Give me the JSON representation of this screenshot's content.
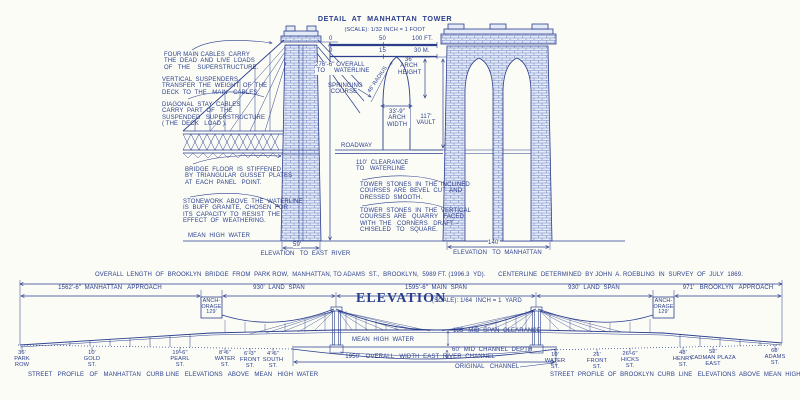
{
  "palette": {
    "ink": "#2b3e8e",
    "paper": "#fbfcf6"
  },
  "detail": {
    "title": "DETAIL  AT  MANHATTAN  TOWER",
    "scale": "(SCALE): 1/32 INCH = 1 FOOT",
    "scalebar_ft": {
      "t0": "0",
      "t1": "50",
      "t2": "100 FT."
    },
    "scalebar_m": {
      "t0": "0",
      "t1": "15",
      "t2": "30 M."
    },
    "note_cables": "FOUR MAIN CABLES  CARRY\nTHE  DEAD  AND  LIVE  LOADS\nOF   THE    SUPERSTRUCTURE.",
    "note_suspenders": "VERTICAL  SUSPENDERS\nTRANSFER  THE  WEIGHT  OF  THE\nDECK  TO  THE   MAIN   CABLES.",
    "note_stays": "DIAGONAL  STAY  CABLES\nCARRY  PART  OF   THE\nSUSPENDED   SUPERSTRUCTURE\n( THE  DECK   LOAD ).",
    "note_floor": "BRIDGE  FLOOR  IS  STIFFENED\nBY  TRIANGULAR  GUSSET  PLATES\nAT  EACH  PANEL   POINT.",
    "note_stonework": "STONEWORK  ABOVE  THE  WATERLINE\nIS  BUFF  GRANITE,  CHOSEN  FOR\nITS  CAPACITY  TO  RESIST  THE\nEFFECT  OF  WEATHERING.",
    "note_inclined": "TOWER  STONES  IN  THE  INCLINED\nCOURSES  ARE  BEVEL  CUT  AND\nDRESSED  SMOOTH.",
    "note_vertical": "TOWER  STONES  IN  THE  VERTICAL\nCOURSES  ARE   QUARRY   FACED,\nWITH  THE   CORNERS   DRAFT –\nCHISELED   TO   SQUARE.",
    "dim_overall": "276'-6\" OVERALL\n TO     WATERLINE",
    "springing": "SPRINGING\nCOURSE",
    "radius": "46' RADIUS",
    "arch_height": "36'\nARCH\nHEIGHT",
    "arch_width": "33'-9\"\nARCH\nWIDTH",
    "vault": "117'\nVAULT",
    "roadway": "ROADWAY",
    "clearance": "110'  CLEARANCE\nTO   WATERLINE",
    "mean_high_water": "MEAN  HIGH  WATER",
    "side_width": "59'",
    "side_caption": "ELEVATION   TO  EAST  RIVER",
    "front_width": "140'",
    "front_caption": "ELEVATION   TO  MANHATTAN"
  },
  "elevation": {
    "overall_note": "OVERALL  LENGTH  OF  BROOKLYN  BRIDGE  FROM  PARK ROW,  MANHATTAN, TO ADAMS  ST.,  BROOKLYN,  5989 FT. (1996.3  YD).       CENTERLINE  DETERMINED  BY JOHN  A. ROEBLING  IN  SURVEY  OF  JULY  1869.",
    "span_manhattan": "1562'-6\"  MANHATTAN   APPROACH",
    "span_land_w": "930'  LAND  SPAN",
    "span_main": "1595'-6\"  MAIN  SPAN",
    "span_land_e": "930'  LAND  SPAN",
    "span_brooklyn": "971'   BROOKLYN   APPROACH",
    "anchorage_w": "ANCH-\nORAGE\n129'",
    "anchorage_e": "ANCH-\nORAGE\n129'",
    "title": "ELEVATION",
    "title_scale": "(SCALE): 1/64  INCH = 1  YARD",
    "mid_clearance": "135'  MID  SPAN  CLEARANCE",
    "mean_high_water": "MEAN  HIGH  WATER",
    "channel_depth": "60'  MID  CHANNEL  DEPTH",
    "channel_width": "1950'   OVERALL   WIDTH  EAST  RIVER  CHANNEL",
    "original_channel": "ORIGINAL   CHANNEL",
    "manhattan_caption": "STREET   PROFILE   OF   MANHATTAN   CURB LINE   ELEVATIONS   ABOVE   MEAN   HIGH  WATER",
    "brooklyn_caption": "STREET  PROFILE  OF  BROOKLYN  CURB  LINE   ELEVATIONS  ABOVE  MEAN  HIGH  WATER",
    "manhattan_streets": [
      {
        "elev": "36'",
        "name": "PARK\nROW"
      },
      {
        "elev": "10'",
        "name": "GOLD\nST."
      },
      {
        "elev": "19'-6\"",
        "name": "PEARL\nST."
      },
      {
        "elev": "8'-6\"",
        "name": "WATER\nST."
      },
      {
        "elev": "6'-3\"",
        "name": "FRONT\nST."
      },
      {
        "elev": "4'-6\"",
        "name": "SOUTH\nST."
      }
    ],
    "brooklyn_streets": [
      {
        "elev": "10'",
        "name": "WATER\nST."
      },
      {
        "elev": "21'",
        "name": "FRONT\nST."
      },
      {
        "elev": "26'-6\"",
        "name": "HICKS\nST."
      },
      {
        "elev": "43'",
        "name": "HENRY\nST."
      },
      {
        "elev": "52'",
        "name": "CADMAN PLAZA\nEAST"
      },
      {
        "elev": "68'",
        "name": "ADAMS\nST."
      }
    ]
  }
}
